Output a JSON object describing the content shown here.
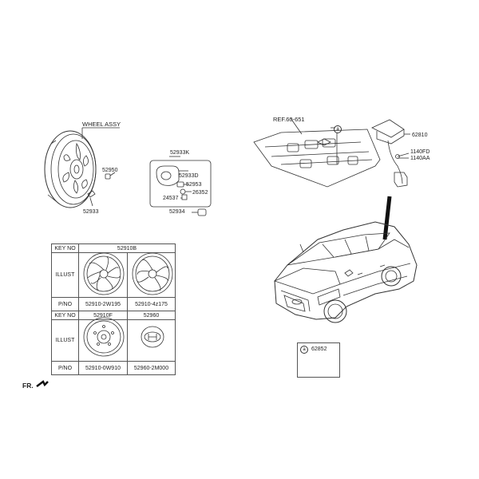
{
  "wheel_group": {
    "title": "WHEEL ASSY",
    "part_52950": "52950",
    "part_52933": "52933"
  },
  "tpms_group": {
    "title": "52933K",
    "part_52933D": "52933D",
    "part_52953": "52953",
    "part_26352": "26352",
    "part_24537": "24537",
    "part_52934": "52934"
  },
  "spare_group": {
    "ref": "REF.60-651",
    "marker_a": "a",
    "part_62810": "62810",
    "part_1140FD": "1140FD",
    "part_1140AA": "1140AA"
  },
  "key_table": {
    "key_no_label": "KEY NO",
    "illust_label": "ILLUST",
    "pno_label": "P/NO",
    "key_1": "52910B",
    "pno_1a": "52910-2W195",
    "pno_1b": "52910-4z175",
    "key_2a": "52910F",
    "key_2b": "52960",
    "pno_2a": "52910-0W910",
    "pno_2b": "52960-2M000"
  },
  "note_box": {
    "marker": "a",
    "part": "62852"
  },
  "front_indicator": "FR."
}
